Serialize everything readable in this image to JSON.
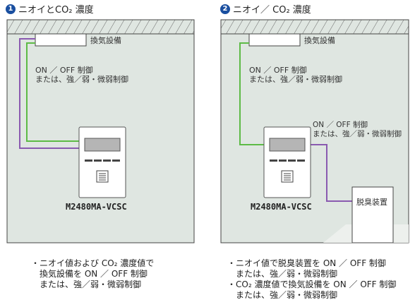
{
  "panels": [
    {
      "number": "1",
      "title": "ニオイとCO₂ 濃度",
      "fan_label": "換気設備",
      "control_label_line1": "ON ／ OFF 制御",
      "control_label_line2": "または、強／弱・微弱制御",
      "model": "M2480MA-VCSC",
      "caption": [
        "・ニオイ値および CO₂ 濃度値で",
        "換気設備を ON ／ OFF 制御",
        "または、強／弱・微弱制御"
      ]
    },
    {
      "number": "2",
      "title": "ニオイ／ CO₂ 濃度",
      "fan_label": "換気設備",
      "control_label_line1": "ON ／ OFF 制御",
      "control_label_line2": "または、強／弱・微弱制御",
      "control2_label_line1": "ON ／ OFF 制御",
      "control2_label_line2": "または、強／弱・微弱制御",
      "deodorizer_label": "脱臭装置",
      "model": "M2480MA-VCSC",
      "caption": [
        "・ニオイ値で脱臭装置を ON ／ OFF 制御",
        "　または、強／弱・微弱制御",
        "・CO₂ 濃度値で換気設備を ON ／ OFF 制御",
        "　または、強／弱・微弱制御"
      ]
    }
  ],
  "colors": {
    "room_fill": "#dfe6e1",
    "wire_purple": "#8a5ab0",
    "wire_green": "#5dbb46",
    "badge_blue": "#1a4fa0"
  }
}
